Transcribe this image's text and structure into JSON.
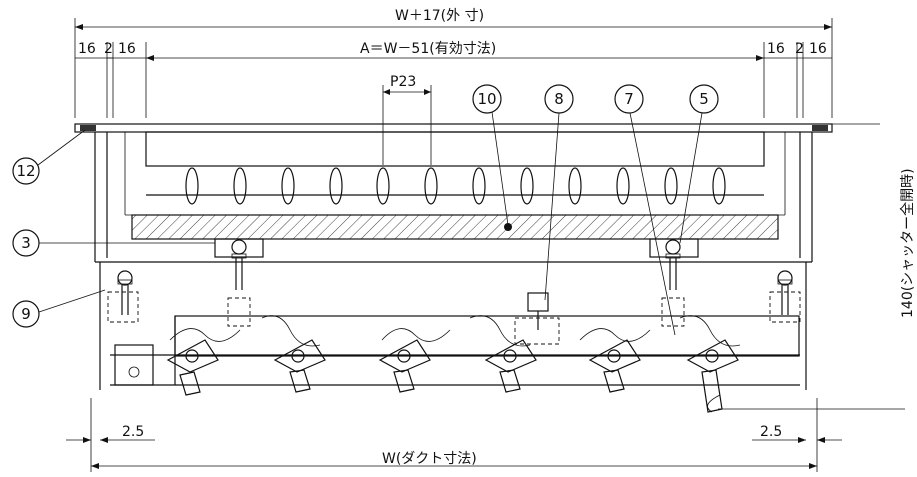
{
  "dimensions": {
    "overall_top": "W＋17(外 寸)",
    "effective": "A＝W－51(有効寸法)",
    "left_16a": "16",
    "left_2": "2",
    "left_16b": "16",
    "right_16a": "16",
    "right_2": "2",
    "right_16b": "16",
    "pitch": "P23",
    "height": "140(シャッター全開時)",
    "left_gap": "2.5",
    "right_gap": "2.5",
    "duct": "W(ダクト寸法)"
  },
  "callouts": [
    {
      "id": "c12",
      "label": "12"
    },
    {
      "id": "c3",
      "label": "3"
    },
    {
      "id": "c9",
      "label": "9"
    },
    {
      "id": "c10",
      "label": "10"
    },
    {
      "id": "c8",
      "label": "8"
    },
    {
      "id": "c7",
      "label": "7"
    },
    {
      "id": "c5",
      "label": "5"
    }
  ]
}
